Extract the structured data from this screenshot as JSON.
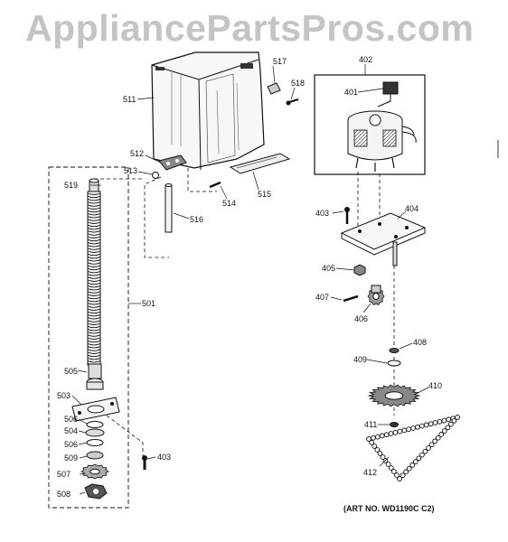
{
  "watermark": "AppliancePartsPros.com",
  "art_number": "(ART NO. WD1190C C2)",
  "callouts": {
    "c402": "402",
    "c401": "401",
    "c517": "517",
    "c518": "518",
    "c511": "511",
    "c512": "512",
    "c513": "513",
    "c519": "519",
    "c514": "514",
    "c515": "515",
    "c516": "516",
    "c501": "501",
    "c403a": "403",
    "c404": "404",
    "c405": "405",
    "c407": "407",
    "c406": "406",
    "c408": "408",
    "c409": "409",
    "c410": "410",
    "c411": "411",
    "c412": "412",
    "c505": "505",
    "c503": "503",
    "c506a": "506",
    "c504": "504",
    "c506b": "506",
    "c509": "509",
    "c507": "507",
    "c508": "508",
    "c403b": "403"
  }
}
